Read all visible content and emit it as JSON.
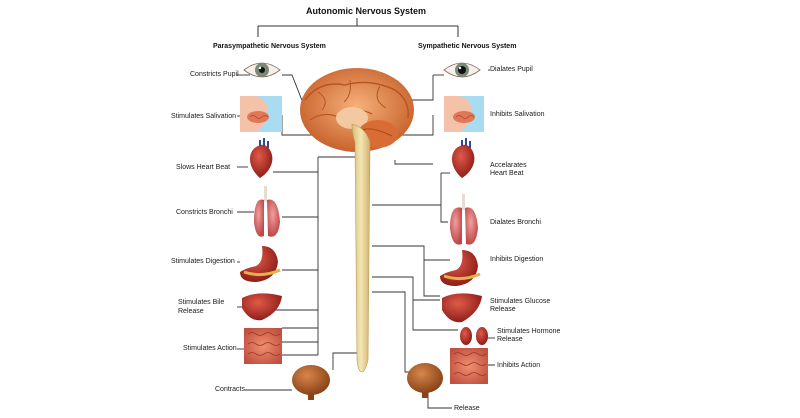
{
  "title": "Autonomic Nervous System",
  "parasympathetic": {
    "heading": "Parasympathetic Nervous System",
    "effects": {
      "pupil": "Constricts Pupil",
      "salivation": "Stimulates Salivation",
      "heart": "Slows Heart Beat",
      "bronchi": "Constricts Bronchi",
      "digestion": "Stimulates Digestion",
      "bile_line1": "Stimulates Bile",
      "bile_line2": "Release",
      "action": "Stimulates Action",
      "bladder": "Contracts"
    }
  },
  "sympathetic": {
    "heading": "Sympathetic Nervous System",
    "effects": {
      "pupil": "Dialates Pupil",
      "salivation": "Inhibits Salivation",
      "heart_line1": "Accelarates",
      "heart_line2": "Heart Beat",
      "bronchi": "Dialates Bronchi",
      "digestion": "Inhibits Digestion",
      "glucose_line1": "Stimulates Glucose",
      "glucose_line2": "Release",
      "hormone_line1": "Stimulates Hormone",
      "hormone_line2": "Release",
      "action": "Inhibits Action",
      "bladder": "Release"
    }
  },
  "colors": {
    "line": "#333333",
    "spine": "#e8d49a",
    "brain": "#e0884a",
    "organ_red": "#b8322a",
    "lung": "#d86a6a",
    "iris": "#7a8a78",
    "bladder": "#a0582a"
  }
}
